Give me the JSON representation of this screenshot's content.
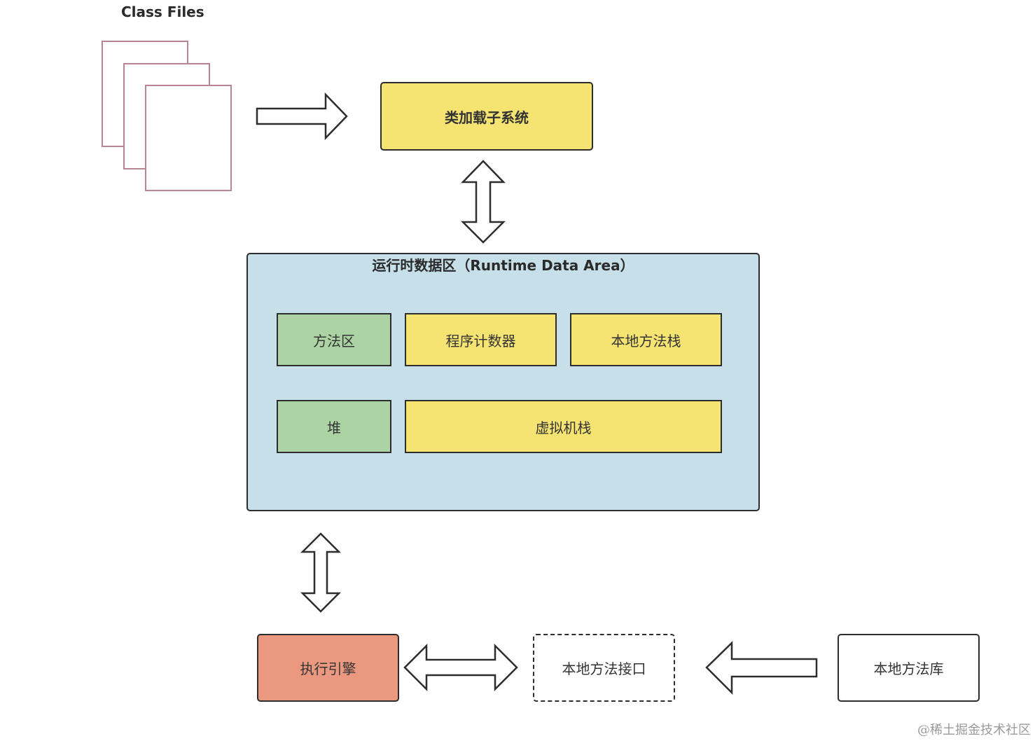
{
  "class_files": {
    "label": "Class Files"
  },
  "class_loader": {
    "label": "类加载子系统"
  },
  "runtime_area": {
    "title": "运行时数据区（Runtime Data Area）",
    "method_area": "方法区",
    "pc_register": "程序计数器",
    "native_method_stack": "本地方法栈",
    "heap": "堆",
    "vm_stack": "虚拟机栈"
  },
  "execution_engine": {
    "label": "执行引擎"
  },
  "native_interface": {
    "label": "本地方法接口"
  },
  "native_library": {
    "label": "本地方法库"
  },
  "watermark": "@稀土掘金技术社区",
  "colors": {
    "yellow": "#f5e372",
    "blue": "#c6dfe8",
    "green": "#acd3a4",
    "red": "#eb9881",
    "page_border": "#b98593"
  }
}
